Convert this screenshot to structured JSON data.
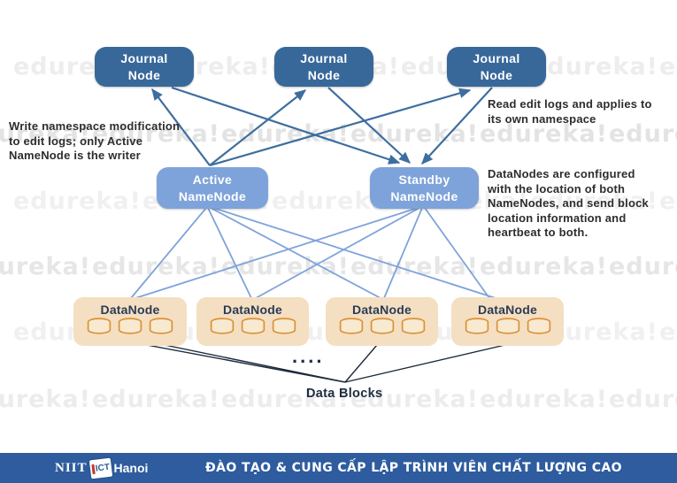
{
  "diagram": {
    "journal_node": {
      "line1": "Journal",
      "line2": "Node"
    },
    "active_namenode": {
      "line1": "Active",
      "line2": "NameNode"
    },
    "standby_namenode": {
      "line1": "Standby",
      "line2": "NameNode"
    },
    "datanode_label": "DataNode",
    "ellipsis": "....",
    "data_blocks_label": "Data Blocks",
    "notes": {
      "write": "Write namespace modification to edit logs; only Active NameNode is the writer",
      "read": "Read edit logs and applies to its own namespace",
      "datanodes": "DataNodes are configured with the location of both NameNodes, and send block location information and heartbeat to both."
    },
    "colors": {
      "journal_node_bg": "#38689a",
      "namenode_bg": "#7ea3da",
      "datanode_bg": "#f4dfc2",
      "cylinder_stroke": "#dd9036",
      "arrow": "#3d6e9f",
      "namenode_link": "#7ea3da",
      "block_link": "#1b2a3b",
      "footer_bg": "#2e5c9e"
    }
  },
  "watermark": {
    "text": "edureka!"
  },
  "footer": {
    "logo": {
      "brand": "NIIT",
      "icon": "ICT",
      "suffix": "Hanoi"
    },
    "tagline": "ĐÀO TẠO & CUNG CẤP LẬP TRÌNH VIÊN CHẤT LƯỢNG CAO"
  }
}
